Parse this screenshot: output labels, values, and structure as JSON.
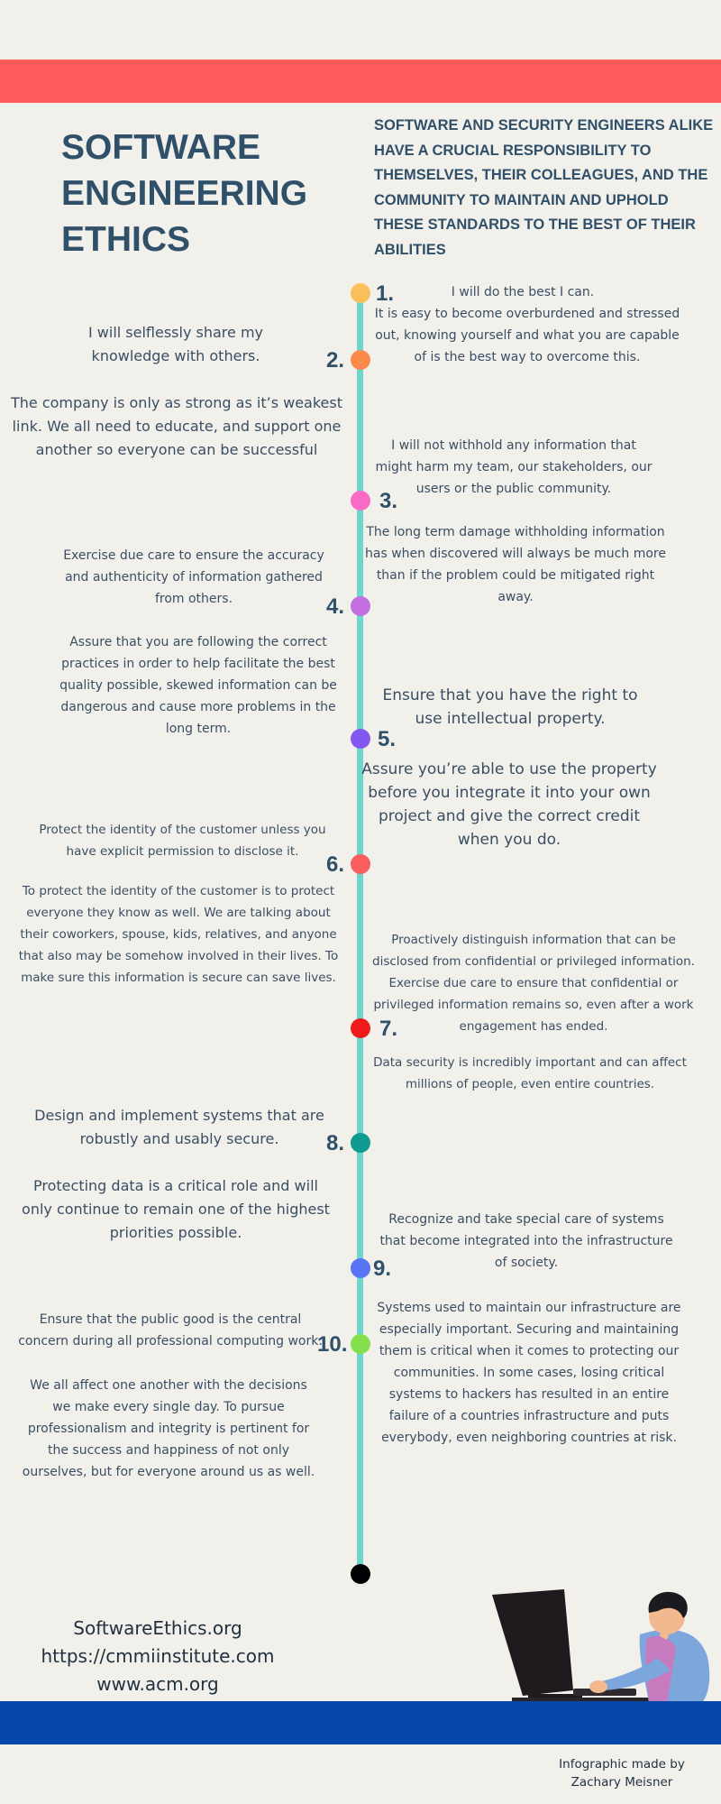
{
  "title": "SOFTWARE ENGINEERING ETHICS",
  "intro": "SOFTWARE AND SECURITY ENGINEERS ALIKE HAVE A CRUCIAL  RESPONSIBILITY TO THEMSELVES, THEIR COLLEAGUES, AND THE COMMUNITY TO MAINTAIN AND UPHOLD THESE STANDARDS TO THE BEST OF THEIR ABILITIES",
  "colors": {
    "top_bar": "#fe5b5a",
    "timeline": "#6fd6cd",
    "bottom_bar": "#0447a8",
    "dot1": "#fbbf5b",
    "dot2": "#fb8a4c",
    "dot3": "#fb6bc6",
    "dot4": "#c46fe0",
    "dot5": "#8458f0",
    "dot6": "#f85f5c",
    "dot7": "#f01a1a",
    "dot8": "#0f9a92",
    "dot9": "#5874f4",
    "dot10": "#86e04e",
    "end_dot": "#000000"
  },
  "items": {
    "1": {
      "number": "1.",
      "principle": "I will do the best I can.",
      "explanation": "It is easy to become overburdened and stressed out, knowing yourself and what you are capable of is the best way to overcome this."
    },
    "2": {
      "number": "2.",
      "principle": "I will selflessly share my knowledge with others.",
      "explanation": "The company is only as strong as it’s weakest link. We all need to educate, and support one another so everyone can be successful"
    },
    "3": {
      "number": "3.",
      "principle": "I will not withhold any information that might harm my team, our stakeholders, our users or the public community.",
      "explanation": "The long term damage withholding information has when discovered will always be much more than if the problem could be mitigated right away."
    },
    "4": {
      "number": "4.",
      "principle": "Exercise due care to ensure the accuracy and authenticity of information gathered from others.",
      "explanation": "Assure that you are following the correct practices in order to help facilitate the best quality possible, skewed information can be dangerous and cause more problems in the long term."
    },
    "5": {
      "number": "5.",
      "principle": "Ensure that you have the right to use intellectual property.",
      "explanation": "Assure you’re able to use the property before you integrate it into your own project and give the correct credit when you do."
    },
    "6": {
      "number": "6.",
      "principle": "Protect the identity of the customer unless you have explicit permission to disclose it.",
      "explanation": "To protect the identity of the customer is to protect everyone they know as well. We are talking about their coworkers, spouse, kids, relatives, and anyone that also may be somehow involved in their lives. To make sure this information is secure can save lives."
    },
    "7": {
      "number": "7.",
      "principle": "Proactively distinguish information that can be disclosed from confidential or privileged information. Exercise due care to ensure that confidential or privileged information remains so, even after a work engagement has ended.",
      "explanation": "Data security is incredibly important and can affect millions of people, even entire countries."
    },
    "8": {
      "number": "8.",
      "principle": "Design and implement systems that are robustly and usably secure.",
      "explanation": "Protecting data is a critical role and will only continue to remain one of the highest priorities possible."
    },
    "9": {
      "number": "9.",
      "principle": "Recognize and take special care of systems that become integrated into the infrastructure of society.",
      "explanation": "Systems used to maintain our infrastructure are especially important. Securing and maintaining them is critical when it comes to protecting our communities. In some cases, losing critical systems to hackers has resulted in an entire failure of a countries infrastructure and puts everybody, even neighboring countries at risk."
    },
    "10": {
      "number": "10.",
      "principle": "Ensure that the public good is the central concern during all professional computing work.",
      "explanation": "We all affect one another with the decisions we make every single day. To pursue professionalism and integrity is pertinent for the success and happiness of not only ourselves, but for everyone around us as well."
    }
  },
  "links": {
    "link1": "SoftwareEthics.org",
    "link2": "https://cmmiinstitute.com",
    "link3": "www.acm.org"
  },
  "credit": {
    "line1": "Infographic made by",
    "line2": "Zachary Meisner"
  },
  "illustration_icon": "person-at-computer-icon"
}
